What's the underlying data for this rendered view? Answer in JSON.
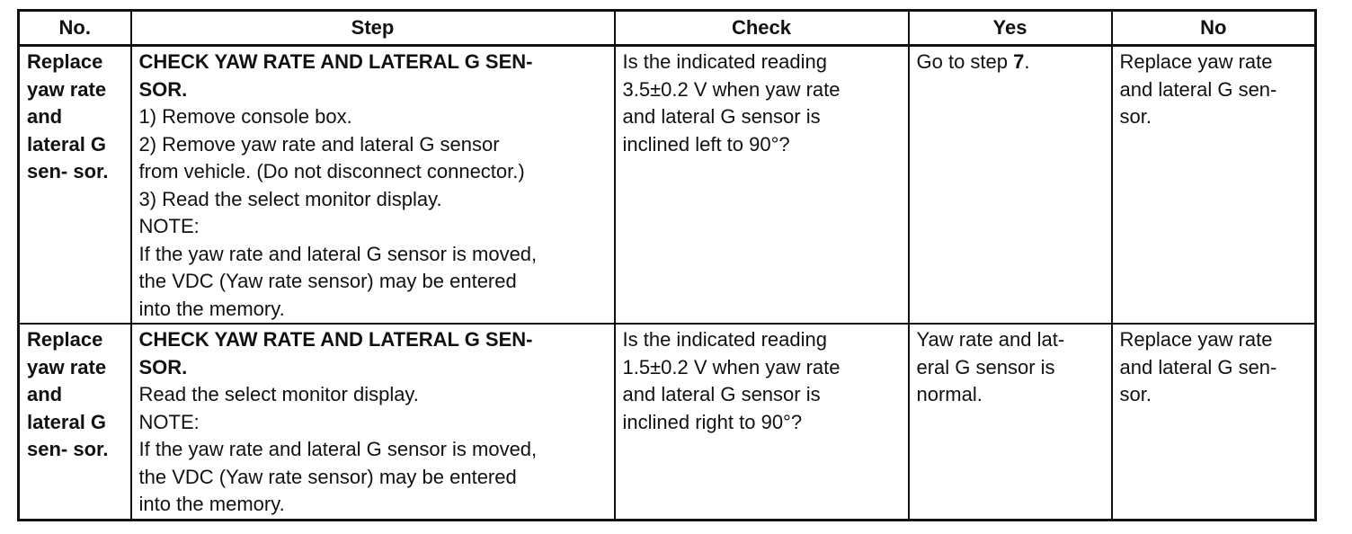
{
  "table": {
    "headers": {
      "no": "No.",
      "step": "Step",
      "check": "Check",
      "yes": "Yes",
      "no_col": "No"
    },
    "rows": [
      {
        "no": "Replace yaw rate\nand lateral G sen-\nsor.",
        "step_title": "CHECK YAW RATE AND LATERAL G SEN-\nSOR.",
        "step_lines": [
          "1) Remove console box.",
          "2) Remove yaw rate and lateral G sensor",
          "from vehicle. (Do not disconnect connector.)",
          "3) Read the select monitor display.",
          "NOTE:",
          "If the yaw rate and lateral G sensor is moved,",
          "the VDC (Yaw rate sensor) may be entered",
          "into the memory."
        ],
        "check": "Is the indicated reading\n3.5±0.2 V when yaw rate\nand lateral G sensor is\ninclined left to 90°?",
        "yes_prefix": "Go to step ",
        "yes_step": "7",
        "yes_suffix": "."
      },
      {
        "no": "Replace yaw rate\nand lateral G sen-\nsor.",
        "step_title": "CHECK YAW RATE AND LATERAL G SEN-\nSOR.",
        "step_lines": [
          "Read the select monitor display.",
          "NOTE:",
          "If the yaw rate and lateral G sensor is moved,",
          "the VDC (Yaw rate sensor) may be entered",
          "into the memory."
        ],
        "check": "Is the indicated reading\n1.5±0.2 V when yaw rate\nand lateral G sensor is\ninclined right to 90°?",
        "yes": "Yaw rate and lat-\neral G sensor is\nnormal."
      }
    ]
  }
}
